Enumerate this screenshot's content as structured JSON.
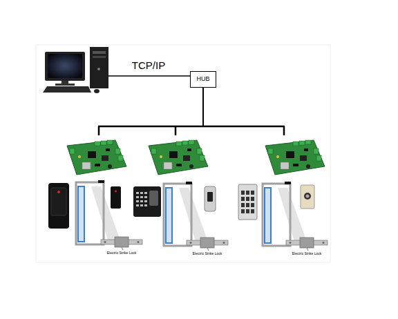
{
  "diagram": {
    "nodes": [
      {
        "text": [
          "HUB"
        ]
      }
    ],
    "labels": [
      "TCP/IP",
      "Electric Strike Lock",
      "Electric Strike Lock",
      "Electric Strike Lock"
    ]
  }
}
